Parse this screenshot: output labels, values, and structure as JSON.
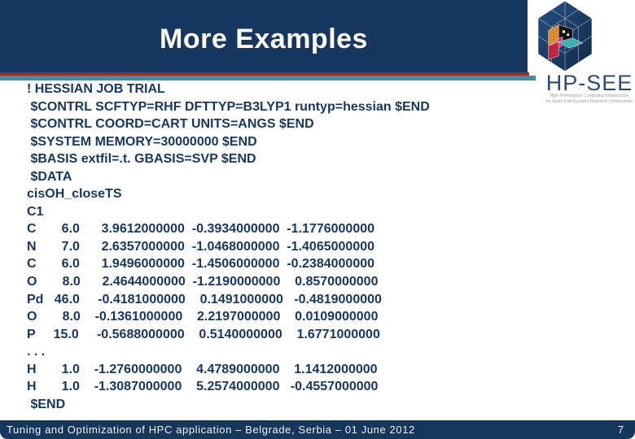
{
  "slide": {
    "header": {
      "title": "More Examples"
    },
    "logo": {
      "name": "HP-SEE",
      "tagline1": "High-Performance Computing Infrastructure",
      "tagline2": "for South East Europe's Research Communities"
    },
    "code_lines": [
      "! HESSIAN JOB TRIAL",
      " $CONTRL SCFTYP=RHF DFTTYP=B3LYP1 runtyp=hessian $END",
      " $CONTRL COORD=CART UNITS=ANGS $END",
      " $SYSTEM MEMORY=30000000 $END",
      " $BASIS extfil=.t. GBASIS=SVP $END",
      " $DATA",
      "cisOH_closeTS",
      "C1",
      "C       6.0      3.9612000000  -0.3934000000  -1.1776000000",
      "N       7.0      2.6357000000  -1.0468000000  -1.4065000000",
      "C       6.0      1.9496000000  -1.4506000000  -0.2384000000",
      "O       8.0      2.4644000000  -1.2190000000    0.8570000000",
      "Pd   46.0     -0.4181000000    0.1491000000   -0.4819000000",
      "O       8.0    -0.1361000000    2.2197000000    0.0109000000",
      "P     15.0     -0.5688000000    0.5140000000    1.6771000000",
      ". . .",
      "H       1.0    -1.2760000000    4.4789000000    1.1412000000",
      "H       1.0    -1.3087000000    5.2574000000   -0.4557000000",
      " $END"
    ],
    "footer": {
      "text": "Tuning and Optimization of HPC application – Belgrade, Serbia – 01 June 2012",
      "page_number": "7"
    },
    "colors": {
      "header_navy": "#17375E",
      "footer_navy": "#16365C",
      "accent_red": "#9E2B2B",
      "accent_teal": "#4A8C96",
      "body_text": "#17375E"
    }
  }
}
